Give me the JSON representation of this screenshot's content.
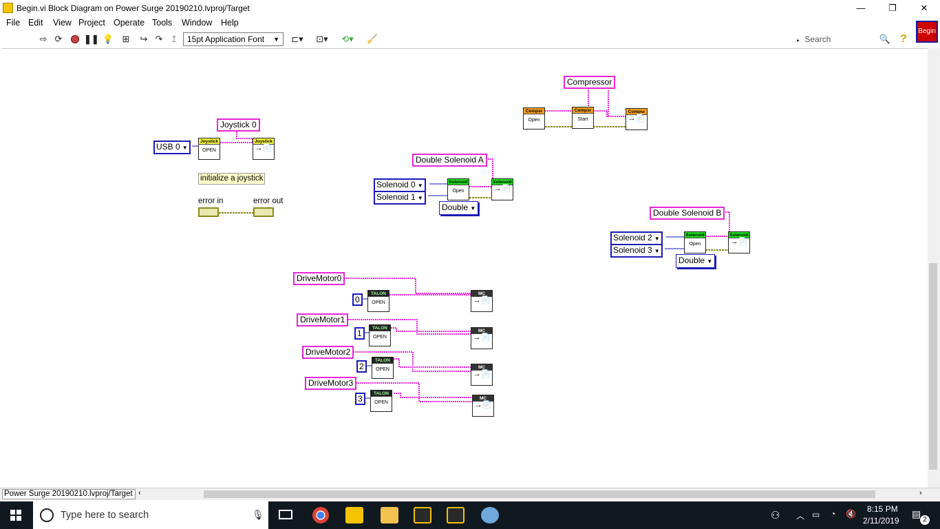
{
  "window": {
    "title": "Begin.vi Block Diagram on Power Surge 20190210.lvproj/Target",
    "minimize": "—",
    "restore": "❐",
    "close": "✕"
  },
  "menu": [
    "File",
    "Edit",
    "View",
    "Project",
    "Operate",
    "Tools",
    "Window",
    "Help"
  ],
  "toolbar": {
    "font": "15pt Application Font",
    "search_placeholder": "Search",
    "vi_icon_label": "Begin"
  },
  "diagram": {
    "joystick": {
      "constant": "Joystick 0",
      "usb_control": "USB 0",
      "open_vi": {
        "header": "Joystick",
        "body": "OPEN"
      },
      "ref_vi": {
        "header": "Joystick"
      },
      "comment": "initialize a joystick",
      "error_in": "error in",
      "error_out": "error out"
    },
    "compressor": {
      "constant": "Compressor",
      "open_vi": {
        "header": "Compsr",
        "body": "Open"
      },
      "start_vi": {
        "header": "Compsr",
        "body": "Start"
      },
      "ref_vi": {
        "header": "Compsr"
      }
    },
    "solenoid_a": {
      "constant": "Double Solenoid A",
      "ctl1": "Solenoid 0",
      "ctl2": "Solenoid 1",
      "open_vi": {
        "header": "Solenoid",
        "body": "Open"
      },
      "ref_vi": {
        "header": "Solenoid"
      },
      "ring": "Double"
    },
    "solenoid_b": {
      "constant": "Double Solenoid B",
      "ctl1": "Solenoid 2",
      "ctl2": "Solenoid 3",
      "open_vi": {
        "header": "Solenoid",
        "body": "Open"
      },
      "ref_vi": {
        "header": "Solenoid"
      },
      "ring": "Double"
    },
    "motors": [
      {
        "name": "DriveMotor0",
        "index": "0",
        "talon": "TALON",
        "open": "OPEN",
        "mc": "MC"
      },
      {
        "name": "DriveMotor1",
        "index": "1",
        "talon": "TALON",
        "open": "OPEN",
        "mc": "MC"
      },
      {
        "name": "DriveMotor2",
        "index": "2",
        "talon": "TALON",
        "open": "OPEN",
        "mc": "MC"
      },
      {
        "name": "DriveMotor3",
        "index": "3",
        "talon": "TALON",
        "open": "OPEN",
        "mc": "MC"
      }
    ]
  },
  "status": {
    "project": "Power Surge 20190210.lvproj/Target"
  },
  "taskbar": {
    "search_placeholder": "Type here to search",
    "time": "8:15 PM",
    "date": "2/11/2019",
    "notifications": "2"
  },
  "colors": {
    "wire_ref": "#e824d8",
    "wire_error": "#8a8a20",
    "control_border": "#1a1ab8",
    "taskbar": "#101820"
  }
}
